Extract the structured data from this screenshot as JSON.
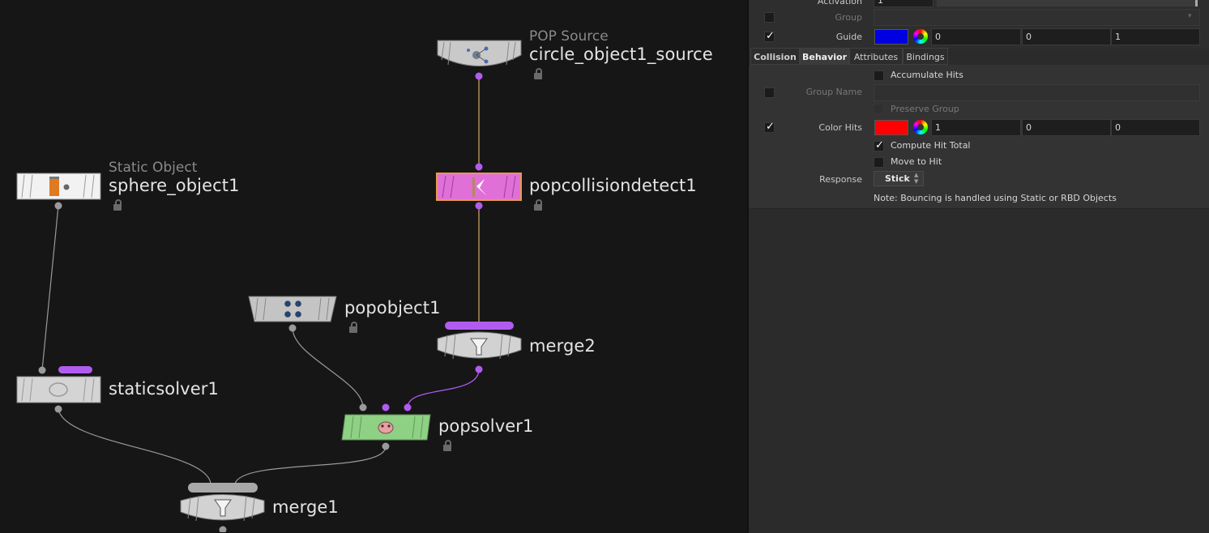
{
  "network": {
    "nodes": {
      "circle_source": {
        "name": "circle_object1_source",
        "type": "POP Source"
      },
      "popcollisiondetect": {
        "name": "popcollisiondetect1"
      },
      "sphere_object": {
        "name": "sphere_object1",
        "type": "Static Object"
      },
      "popobject": {
        "name": "popobject1"
      },
      "merge2": {
        "name": "merge2"
      },
      "staticsolver": {
        "name": "staticsolver1"
      },
      "popsolver": {
        "name": "popsolver1"
      },
      "merge1": {
        "name": "merge1"
      }
    },
    "colors": {
      "pop_wire": "#b15cf0",
      "selected_wire": "#d8a86a",
      "collision_node": "#e070d8",
      "solver_node": "#8ed084"
    }
  },
  "params": {
    "activation": {
      "label": "Activation",
      "value": "1"
    },
    "group": {
      "label": "Group",
      "value": ""
    },
    "guide": {
      "label": "Guide",
      "color": "#0000e0",
      "r": "0",
      "g": "0",
      "b": "1"
    },
    "tabs": [
      "Collision",
      "Behavior",
      "Attributes",
      "Bindings"
    ],
    "active_tab": "Behavior",
    "accumulate_hits": {
      "label": "Accumulate Hits"
    },
    "group_name": {
      "label": "Group Name",
      "value": ""
    },
    "preserve_group": {
      "label": "Preserve Group"
    },
    "color_hits": {
      "label": "Color Hits",
      "color": "#ff0000",
      "r": "1",
      "g": "0",
      "b": "0"
    },
    "compute_hit_total": {
      "label": "Compute Hit Total"
    },
    "move_to_hit": {
      "label": "Move to Hit"
    },
    "response": {
      "label": "Response",
      "value": "Stick"
    },
    "note": "Note: Bouncing is handled using Static or RBD Objects"
  }
}
